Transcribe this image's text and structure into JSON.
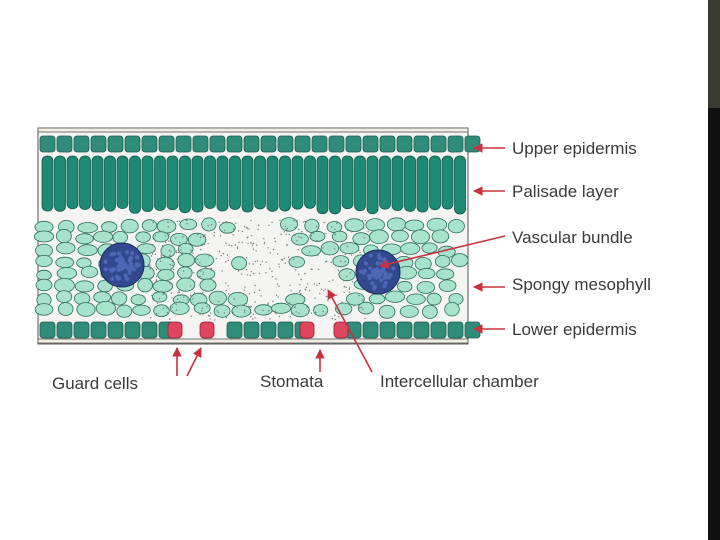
{
  "figure": {
    "labels": {
      "upper_epidermis": "Upper epidermis",
      "palisade_layer": "Palisade layer",
      "vascular_bundle": "Vascular bundle",
      "spongy_mesophyll": "Spongy mesophyll",
      "lower_epidermis": "Lower epidermis",
      "guard_cells": "Guard cells",
      "stomata": "Stomata",
      "intercellular_chamber": "Intercellular chamber"
    },
    "colors": {
      "epidermis": "#2f8c79",
      "palisade": "#1f8a74",
      "spongy": "#a6e2cc",
      "vascular": "#4f67b5",
      "guard_cell": "#e0455e",
      "arrow": "#c8323f",
      "text": "#3a3a3a"
    }
  }
}
